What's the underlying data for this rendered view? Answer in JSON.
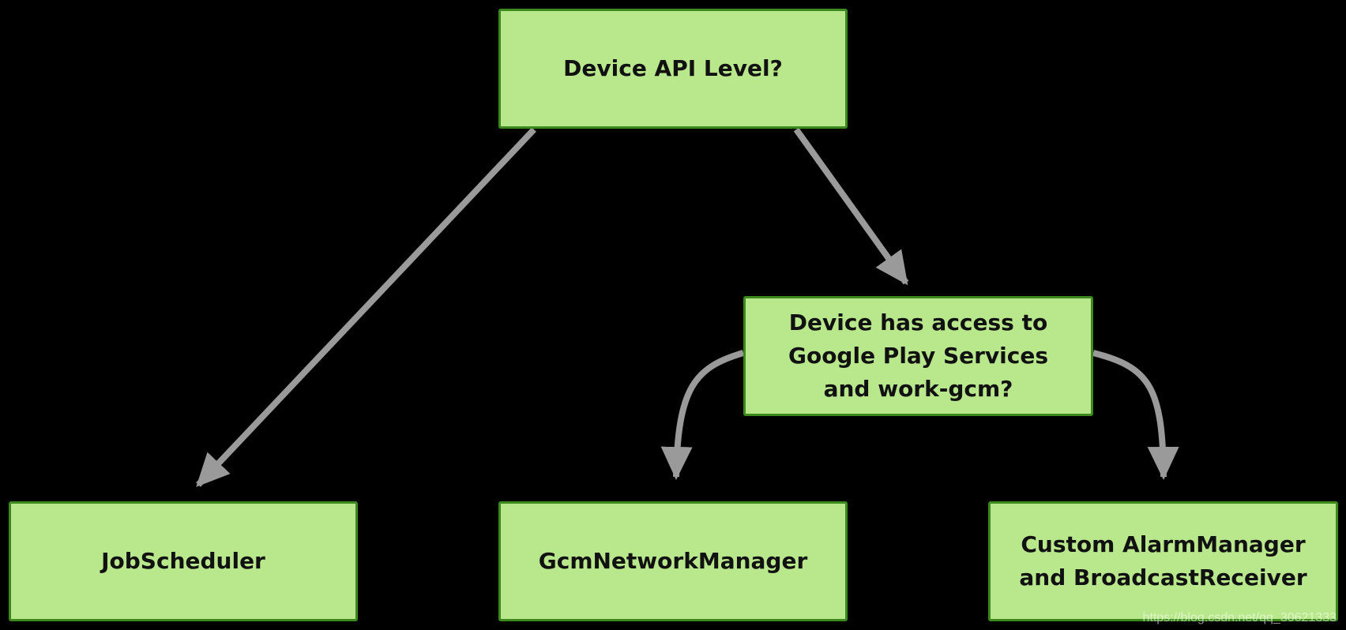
{
  "nodes": {
    "root": "Device API Level?",
    "google_play": "Device has access to\nGoogle Play Services\nand work-gcm?",
    "job_scheduler": "JobScheduler",
    "gcm_network_manager": "GcmNetworkManager",
    "alarm_manager": "Custom AlarmManager\nand BroadcastReceiver"
  },
  "edges": [
    {
      "from": "root",
      "to": "job_scheduler"
    },
    {
      "from": "root",
      "to": "google_play"
    },
    {
      "from": "google_play",
      "to": "gcm_network_manager"
    },
    {
      "from": "google_play",
      "to": "alarm_manager"
    }
  ],
  "colors": {
    "background": "#000000",
    "node_fill": "#b8e88b",
    "node_border": "#3c8a1d",
    "arrow": "#9a9a9a"
  },
  "watermark": "https://blog.csdn.net/qq_30621333"
}
